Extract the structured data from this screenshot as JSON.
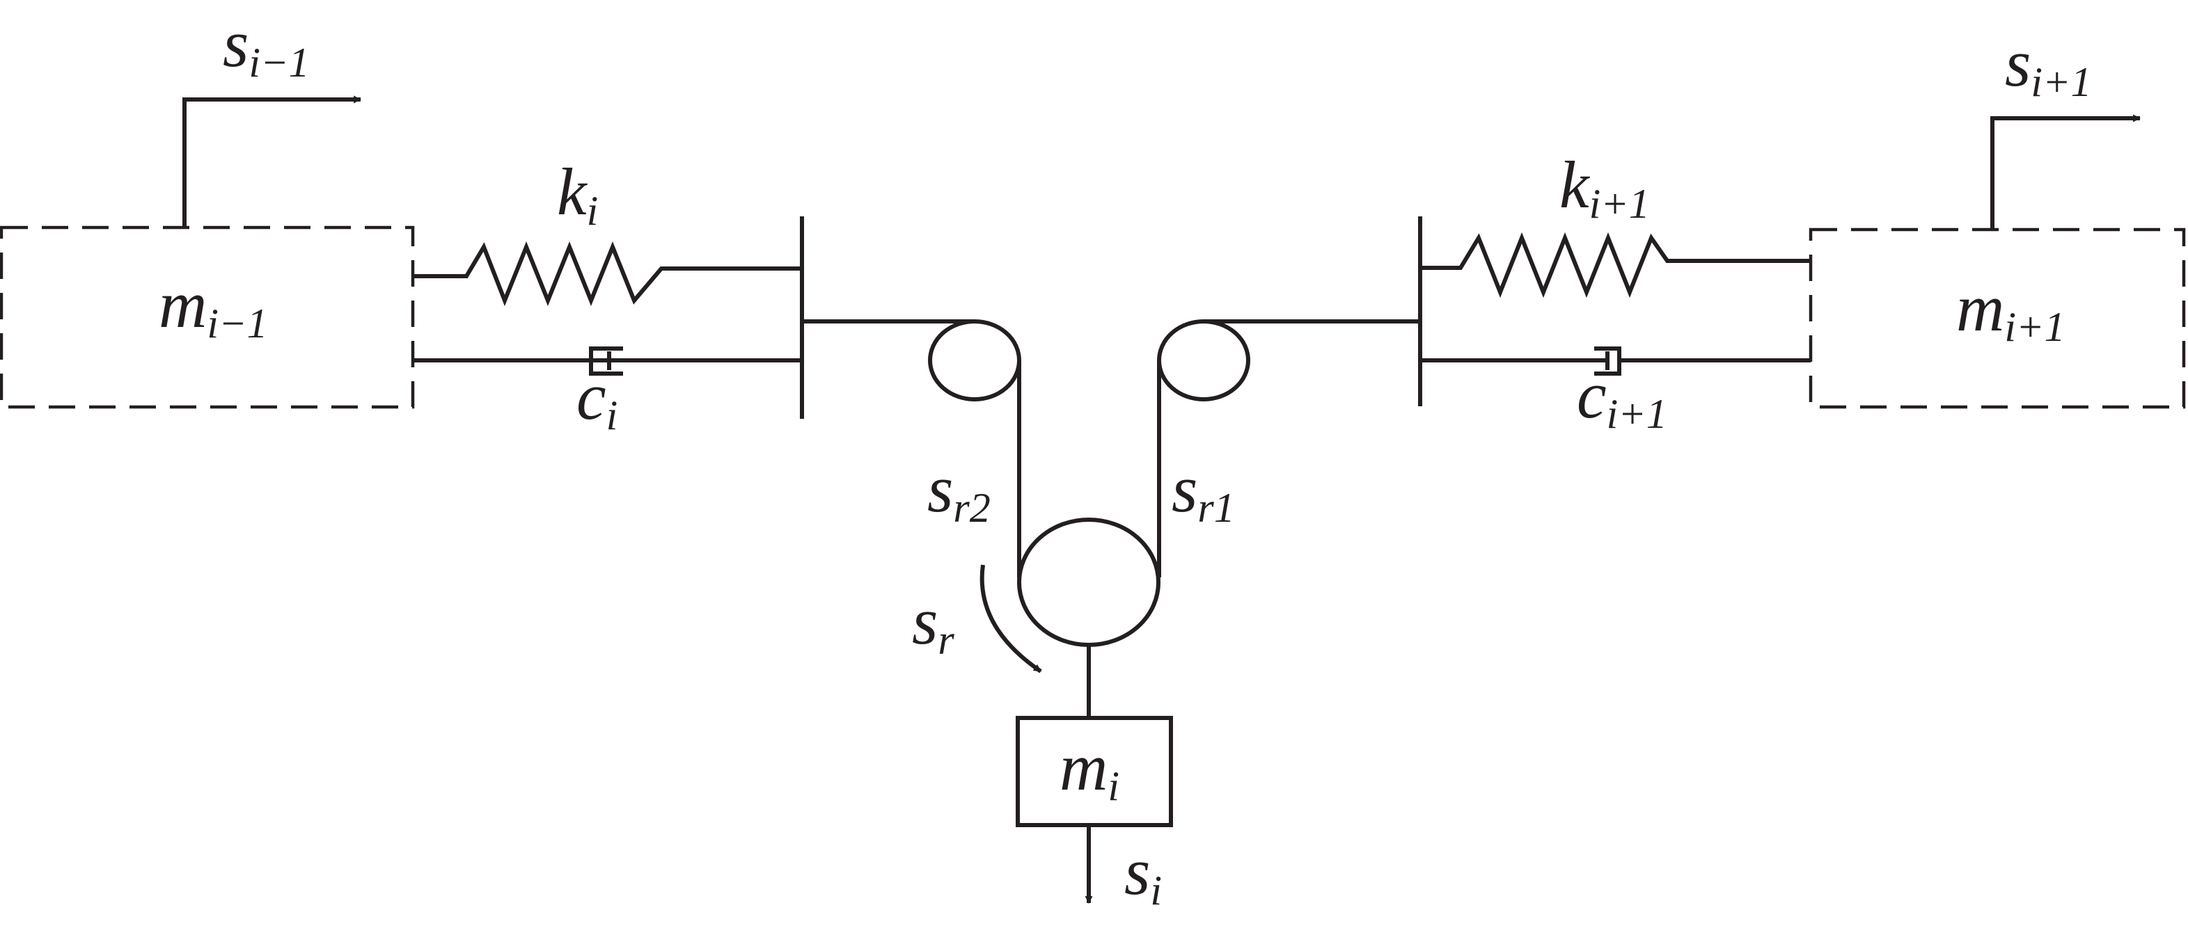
{
  "masses": {
    "left": {
      "main": "m",
      "sub": "i−1"
    },
    "right": {
      "main": "m",
      "sub": "i+1"
    },
    "center": {
      "main": "m",
      "sub": "i"
    }
  },
  "springs": {
    "left": {
      "main": "k",
      "sub": "i"
    },
    "right": {
      "main": "k",
      "sub": "i+1"
    }
  },
  "dampers": {
    "left": {
      "main": "c",
      "sub": "i"
    },
    "right": {
      "main": "c",
      "sub": "i+1"
    }
  },
  "displacements": {
    "left": {
      "main": "s",
      "sub": "i−1"
    },
    "right": {
      "main": "s",
      "sub": "i+1"
    },
    "center": {
      "main": "s",
      "sub": "i"
    }
  },
  "rope": {
    "segment2": {
      "main": "s",
      "sub": "r2"
    },
    "segment1": {
      "main": "s",
      "sub": "r1"
    },
    "rotation": {
      "main": "s",
      "sub": "r"
    }
  }
}
